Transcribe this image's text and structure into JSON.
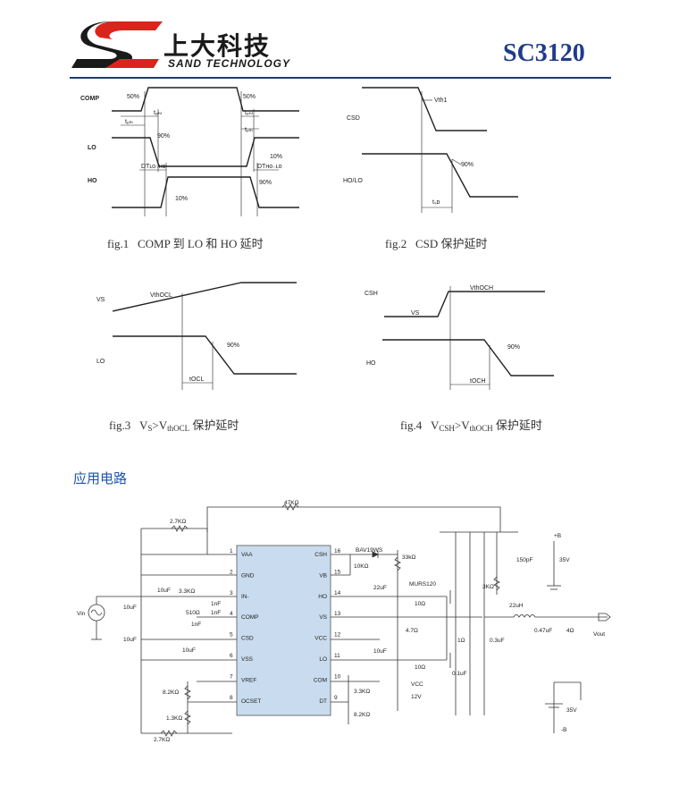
{
  "header": {
    "logo_cn": "上大科技",
    "logo_en": "SAND TECHNOLOGY",
    "model": "SC3120",
    "colors": {
      "accent_blue": "#1f3b8a",
      "logo_red": "#d9251c",
      "logo_black": "#1a1a1a"
    }
  },
  "fig1": {
    "labels": {
      "comp": "COMP",
      "lo": "LO",
      "ho": "HO",
      "p50a": "50%",
      "p50b": "50%",
      "p90a": "90%",
      "p10a": "10%",
      "p10b": "10%",
      "p90b": "90%",
      "t1": "tₚₕₗ",
      "t2": "tₚₗₕ",
      "t3": "tₚₕₗ",
      "t4": "tₚₗₕ",
      "dt1": "DTʟᴏ₋ʜᴏ",
      "dt2": "DTʜᴏ₋ʟᴏ"
    },
    "caption_prefix": "fig.1",
    "caption_text": "COMP 到 LO 和 HO 延时"
  },
  "fig2": {
    "labels": {
      "csd": "CSD",
      "holo": "HO/LO",
      "vth1": "Vth1",
      "p90": "90%",
      "tsd": "tₛᴅ"
    },
    "caption_prefix": "fig.2",
    "caption_text": "CSD 保护延时"
  },
  "fig3": {
    "labels": {
      "vs": "VS",
      "lo": "LO",
      "vth": "VthOCL",
      "p90": "90%",
      "tocl": "tOCL"
    },
    "caption_prefix": "fig.3",
    "caption_v": "V",
    "caption_s": "S",
    "caption_gt": ">V",
    "caption_sub": "thOCL",
    "caption_tail": " 保护延时"
  },
  "fig4": {
    "labels": {
      "csh": "CSH",
      "vs": "VS",
      "ho": "HO",
      "vth": "VthOCH",
      "p90": "90%",
      "toch": "tOCH"
    },
    "caption_prefix": "fig.4",
    "caption_v": "V",
    "caption_s": "CSH",
    "caption_gt": ">V",
    "caption_sub": "thOCH",
    "caption_tail": " 保护延时"
  },
  "section_title": "应用电路",
  "circuit": {
    "ic_pins_left": [
      {
        "num": "1",
        "name": "VAA"
      },
      {
        "num": "2",
        "name": "GND"
      },
      {
        "num": "3",
        "name": "IN-"
      },
      {
        "num": "4",
        "name": "COMP"
      },
      {
        "num": "5",
        "name": "CSD"
      },
      {
        "num": "6",
        "name": "VSS"
      },
      {
        "num": "7",
        "name": "VREF"
      },
      {
        "num": "8",
        "name": "OCSET"
      }
    ],
    "ic_pins_right": [
      {
        "num": "16",
        "name": "CSH"
      },
      {
        "num": "15",
        "name": "VB"
      },
      {
        "num": "14",
        "name": "HO"
      },
      {
        "num": "13",
        "name": "VS"
      },
      {
        "num": "12",
        "name": "VCC"
      },
      {
        "num": "11",
        "name": "LO"
      },
      {
        "num": "10",
        "name": "COM"
      },
      {
        "num": "9",
        "name": "DT"
      }
    ],
    "components": {
      "r_top": "47KΩ",
      "r_27a": "2.7KΩ",
      "c_10uf_a": "10uF",
      "r_33k": "3.3KΩ",
      "c_1nf_a": "1nF",
      "r_510": "510Ω",
      "c_1nf_b": "1nF",
      "c_1nf_c": "1nF",
      "c_10uf_b": "10uF",
      "c_10uf_c": "10uF",
      "c_10uf_d": "10uF",
      "vin": "Vin",
      "r_82k": "8.2KΩ",
      "r_13k": "1.3KΩ",
      "r_27b": "2.7KΩ",
      "diode": "BAV19WS",
      "r_10k": "10KΩ",
      "r_33": "33kΩ",
      "c_22u": "22uF",
      "mur": "MURS120",
      "r_10a": "10Ω",
      "r_47": "4.7Ω",
      "c_10u_e": "10uF",
      "r_10b": "10Ω",
      "vcc": "VCC",
      "v12": "12V",
      "r_33kb": "3.3KΩ",
      "r_82kb": "8.2KΩ",
      "c_150p": "150pF",
      "v35a": "35V",
      "r_3k": "3KΩ",
      "r_1": "1Ω",
      "c_03u": "0.3uF",
      "c_01u": "0.1uF",
      "l_22u": "22uH",
      "c_047": "0.47uF",
      "r_4": "4Ω",
      "vout": "Vout",
      "pb": "+B",
      "nb": "-B",
      "v35b": "35V"
    }
  }
}
